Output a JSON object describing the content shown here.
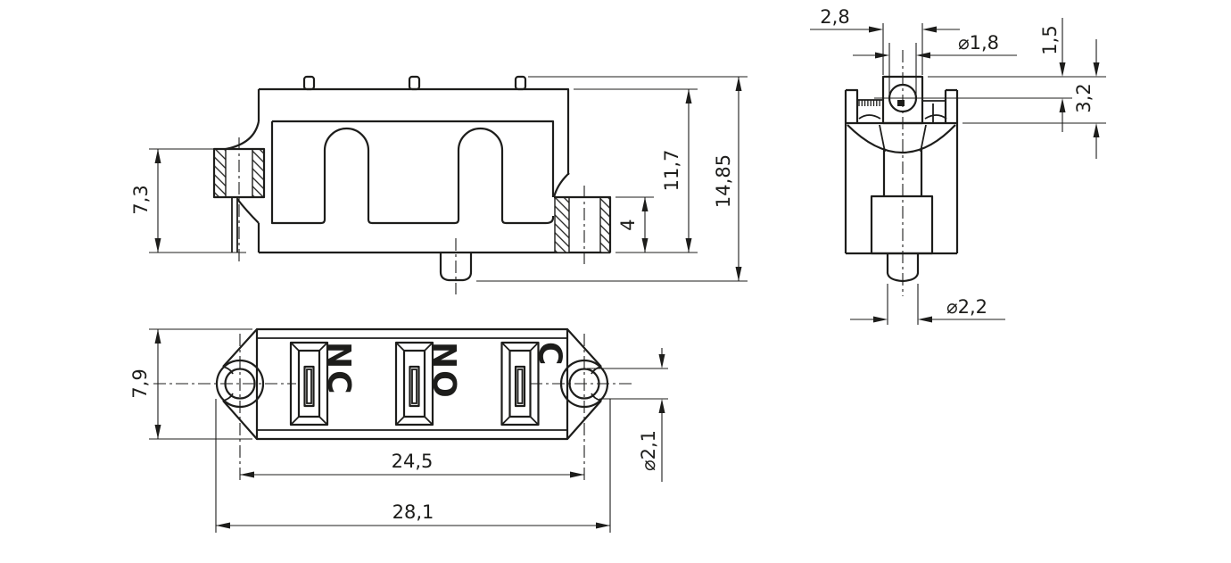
{
  "drawing": {
    "background": "#ffffff",
    "line_color": "#1d1d1b",
    "side_view": {
      "dims": {
        "bushing_top_to_base": "7,3",
        "housing_height": "11,7",
        "overall_height": "14,85",
        "boss_height": "4"
      }
    },
    "end_view": {
      "dims": {
        "head_width": "2,8",
        "hole_diameter": "⌀1,8",
        "hole_center_offset": "1,5",
        "head_height": "3,2",
        "pin_diameter": "⌀2,2"
      }
    },
    "bottom_view": {
      "terminals": [
        {
          "label": "NC"
        },
        {
          "label": "NO"
        },
        {
          "label": "C"
        }
      ],
      "dims": {
        "body_width": "7,9",
        "hole_spacing": "24,5",
        "overall_length": "28,1",
        "mounting_hole_diameter": "⌀2,1"
      }
    }
  }
}
